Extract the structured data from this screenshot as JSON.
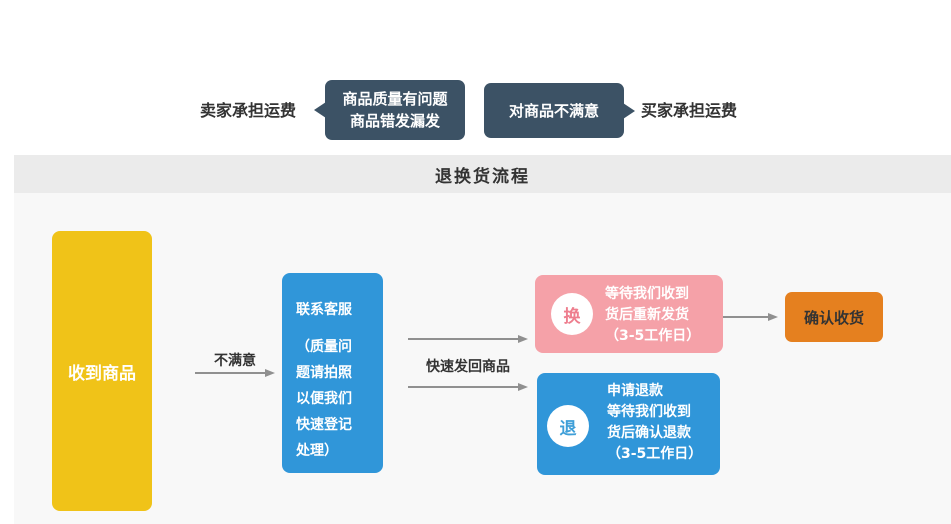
{
  "colors": {
    "dark_navy": "#3C5265",
    "yellow": "#F0C318",
    "blue": "#3096D9",
    "pink": "#F5A1A8",
    "pink_text": "#EE7E8E",
    "blue_text": "#3F9FD8",
    "orange": "#E5801F",
    "band_bg": "#EBEBEB",
    "section_bg": "#F8F8F8",
    "arrow": "#909090",
    "label_text": "#333333"
  },
  "top": {
    "seller_label": "卖家承担运费",
    "bubble_quality": {
      "line1": "商品质量有问题",
      "line2": "商品错发漏发"
    },
    "bubble_unsatisfied": "对商品不满意",
    "buyer_label": "买家承担运费"
  },
  "banner": {
    "title": "退换货流程"
  },
  "flow": {
    "start_label": "收到商品",
    "arrow_unsatisfied_label": "不满意",
    "contact": {
      "lines": [
        "联系客服",
        "（质量问",
        "题请拍照",
        "以便我们",
        "快速登记",
        "处理）"
      ]
    },
    "arrow_sendback_label": "快速发回商品",
    "exchange": {
      "badge": "换",
      "lines": [
        "等待我们收到",
        "货后重新发货",
        "（3-5工作日）"
      ]
    },
    "refund": {
      "badge": "退",
      "lines": [
        "申请退款",
        "等待我们收到",
        "货后确认退款",
        "（3-5工作日）"
      ]
    },
    "confirm_label": "确认收货"
  }
}
